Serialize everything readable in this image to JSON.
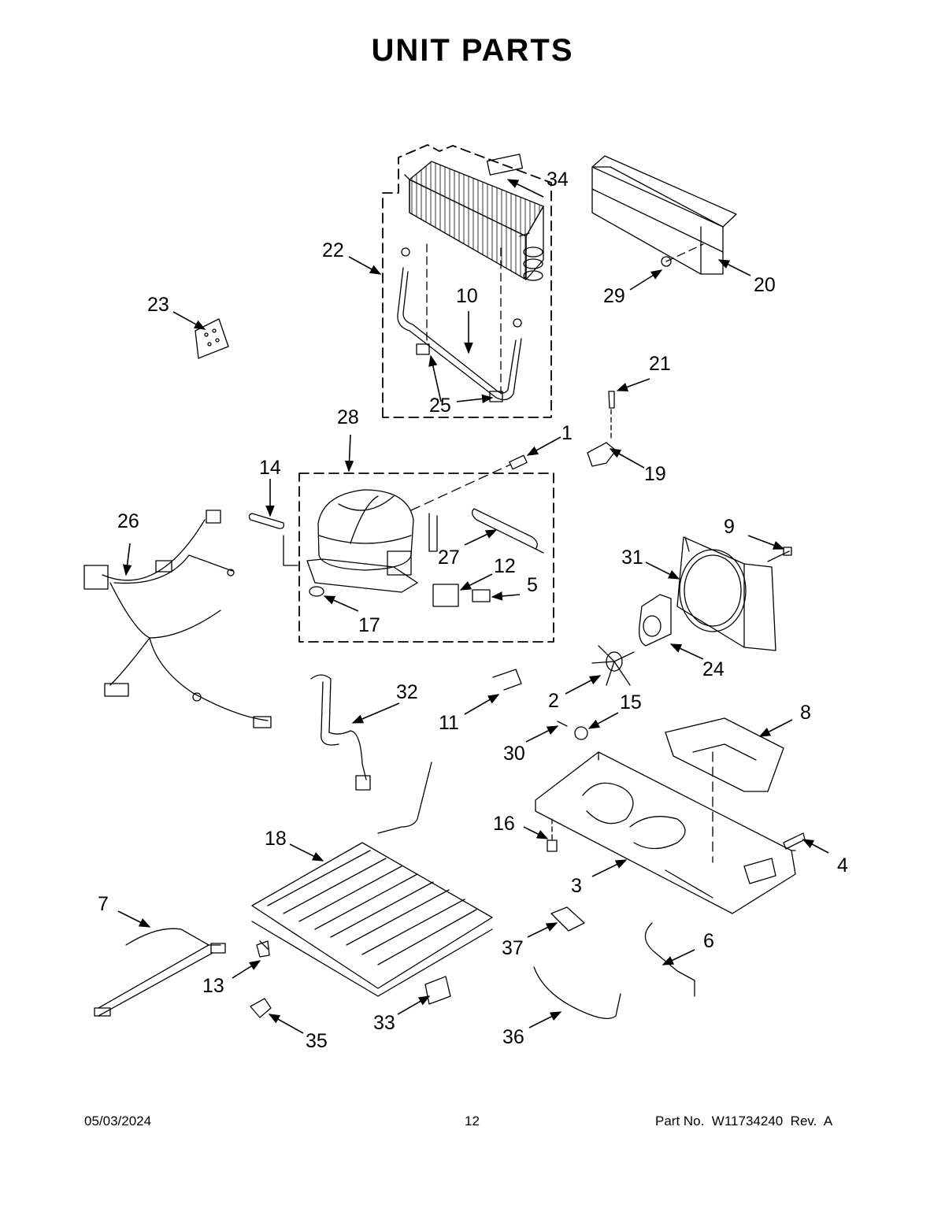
{
  "title": "UNIT PARTS",
  "footer": {
    "date": "05/03/2024",
    "page": "12",
    "part_number": "Part No.  W11734240  Rev.  A"
  },
  "callouts": [
    "1",
    "2",
    "3",
    "4",
    "5",
    "6",
    "7",
    "8",
    "9",
    "10",
    "11",
    "12",
    "13",
    "14",
    "15",
    "16",
    "17",
    "18",
    "19",
    "20",
    "21",
    "22",
    "23",
    "24",
    "25",
    "26",
    "27",
    "28",
    "29",
    "30",
    "31",
    "32",
    "33",
    "34",
    "35",
    "36",
    "37"
  ]
}
